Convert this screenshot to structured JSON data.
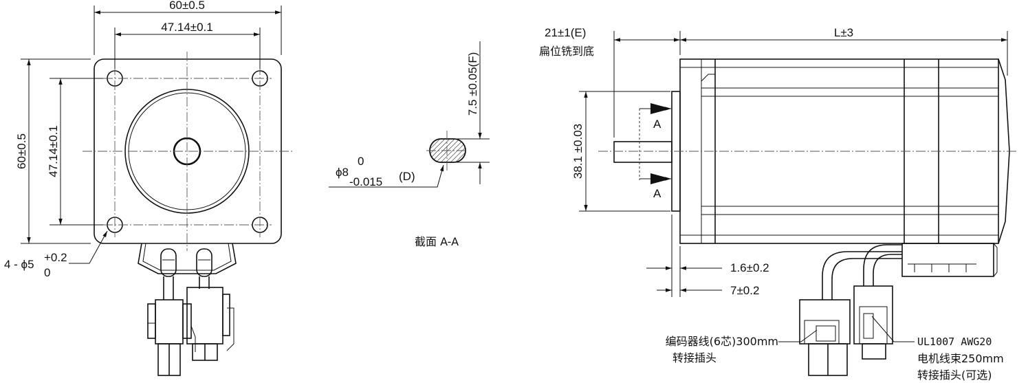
{
  "front_view": {
    "width_overall": "60±0.5",
    "hole_spacing_h": "47.14±0.1",
    "height_overall": "60±0.5",
    "hole_spacing_v": "47.14±0.1",
    "hole_callout_prefix": "4 - ϕ5",
    "hole_tol_upper": "+0.2",
    "hole_tol_lower": "0"
  },
  "section_view": {
    "shaft_dia": "ϕ8",
    "dia_tol_upper": "0",
    "dia_tol_lower": "-0.015",
    "dia_ref": "(D)",
    "flat_dim": "7.5 ±0.05(F)",
    "title": "截面 A-A"
  },
  "side_view": {
    "shaft_len": "21±1(E)",
    "flat_note": "扁位铣到底",
    "body_len": "L±3",
    "pilot_dia": "38.1 ±0.03",
    "section_marker_top": "A",
    "section_marker_bottom": "A",
    "flange_thk": "1.6±0.2",
    "pilot_len": "7±0.2",
    "encoder_cable_line1": "编码器线(6芯)300mm",
    "encoder_cable_line2": "转接插头",
    "motor_cable_line1": "UL1007 AWG20",
    "motor_cable_line2": "电机线束250mm",
    "motor_cable_line3": "转接插头(可选)"
  }
}
